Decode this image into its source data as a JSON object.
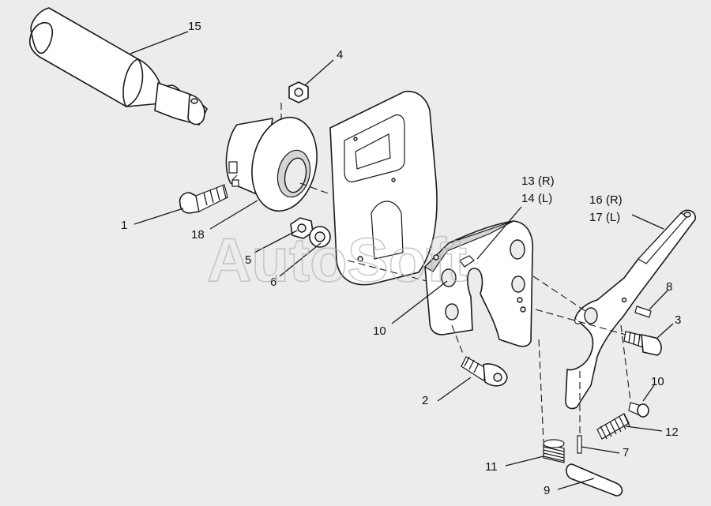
{
  "diagram": {
    "watermark": "AutoSoft",
    "callouts": {
      "c1": "1",
      "c2": "2",
      "c3": "3",
      "c4": "4",
      "c5": "5",
      "c6": "6",
      "c7": "7",
      "c8": "8",
      "c9": "9",
      "c10a": "10",
      "c10b": "10",
      "c11": "11",
      "c12": "12",
      "c13": "13 (R)",
      "c14": "14 (L)",
      "c15": "15",
      "c16": "16 (R)",
      "c17": "17 (L)",
      "c18": "18"
    }
  }
}
